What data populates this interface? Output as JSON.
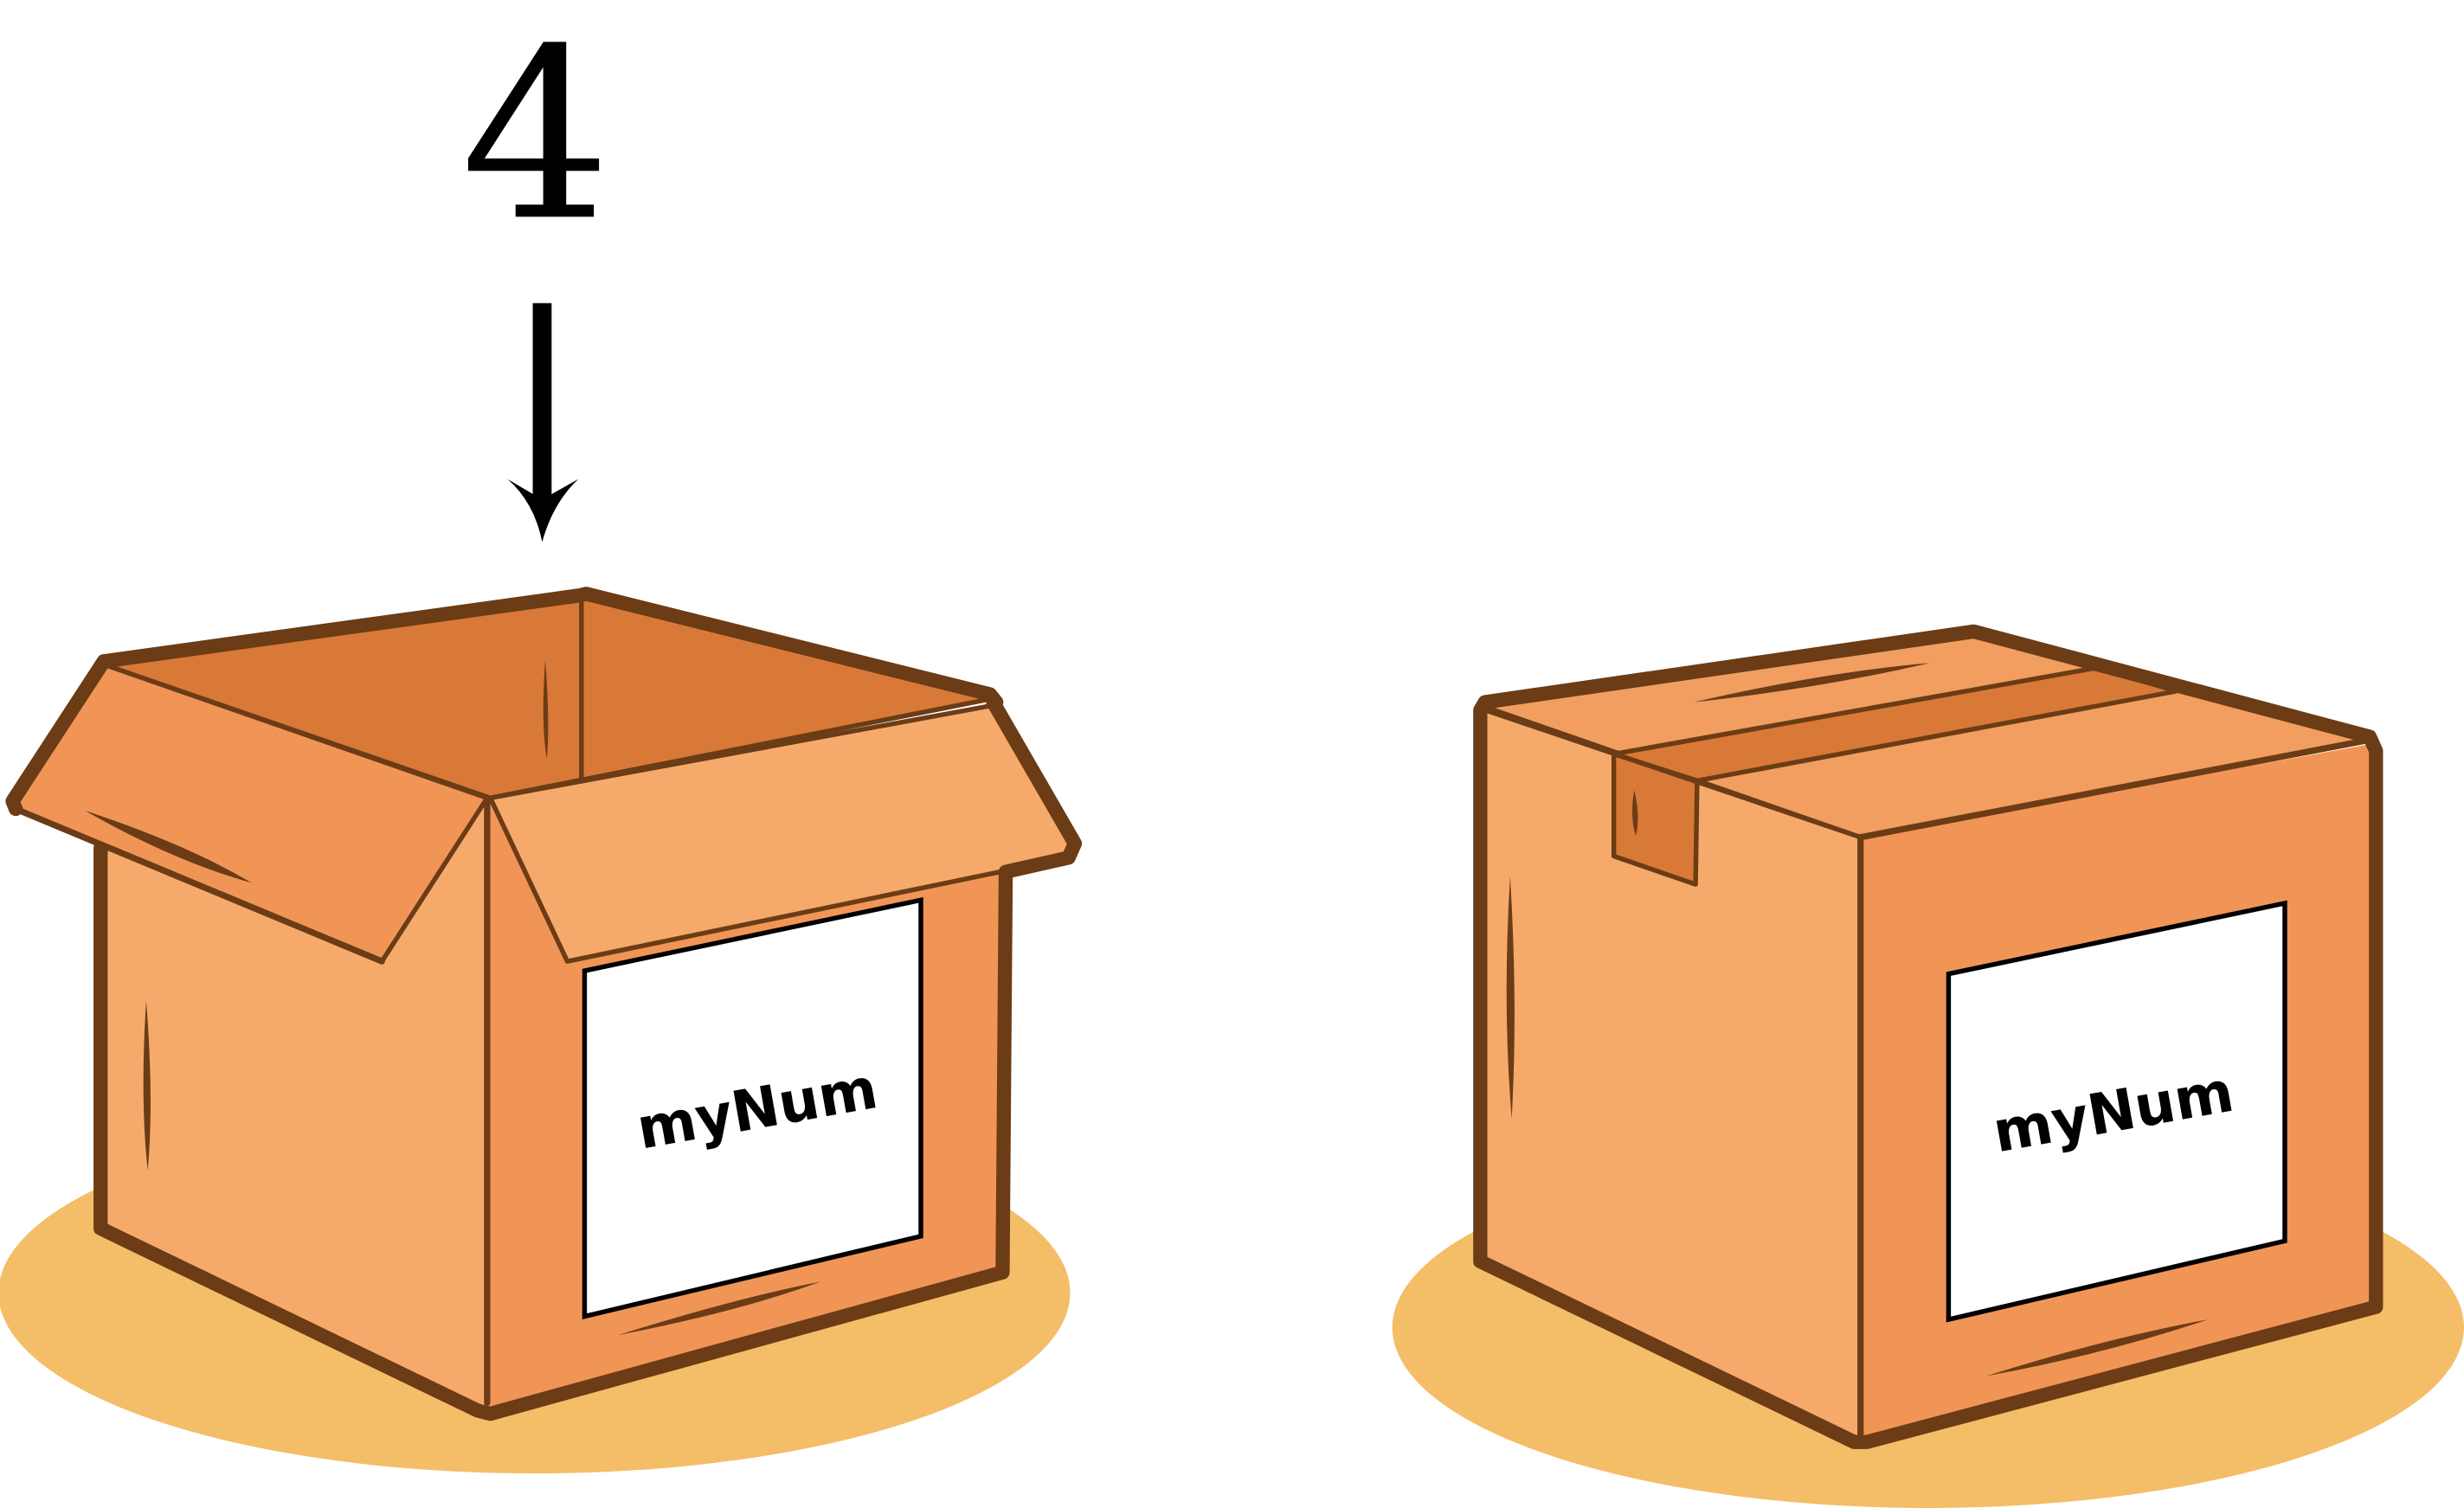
{
  "value": "4",
  "boxes": [
    {
      "id": "open-box",
      "label": "myNum"
    },
    {
      "id": "closed-box",
      "label": "myNum"
    }
  ],
  "colors": {
    "box_light": "#f5aa6b",
    "box_mid": "#f19557",
    "box_dark": "#d97937",
    "outline": "#6b3c15",
    "shadow": "#f4bd67",
    "label_bg": "#ffffff",
    "arrow": "#000000"
  }
}
